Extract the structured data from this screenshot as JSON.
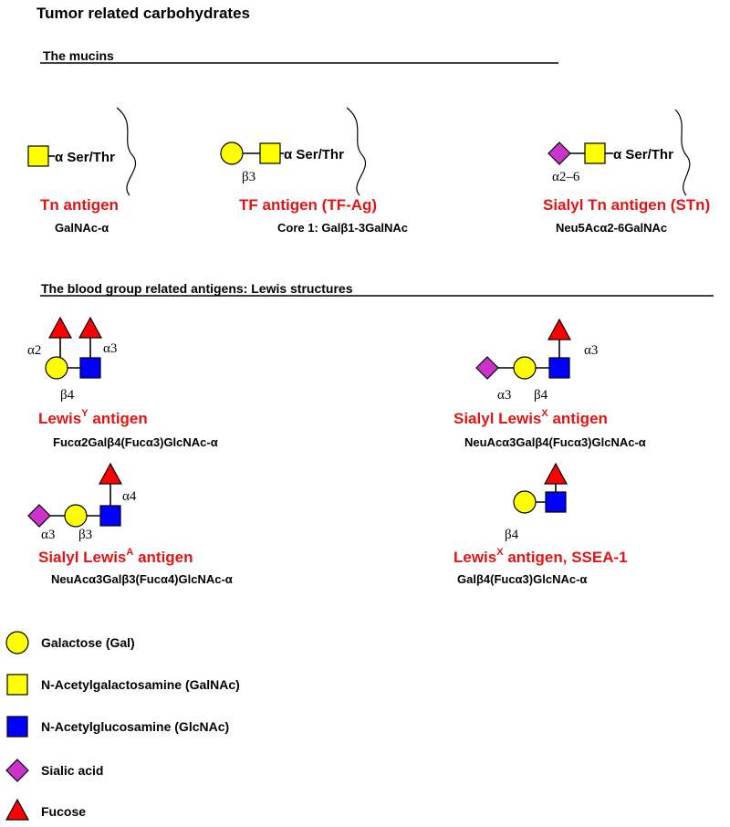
{
  "title": "Tumor related carbohydrates",
  "sections": {
    "mucins": "The mucins",
    "lewis": "The blood group related antigens: Lewis structures"
  },
  "mucins": {
    "tn": {
      "name": "Tn antigen",
      "formula": "GalNAc-α",
      "linker": "α Ser/Thr"
    },
    "tf": {
      "name": "TF antigen (TF-Ag)",
      "formula": "Core 1: Galβ1-3GalNAc",
      "linker": "α Ser/Thr",
      "bond": "β3"
    },
    "stn": {
      "name": "Sialyl Tn antigen (STn)",
      "formula": "Neu5Acα2-6GalNAc",
      "linker": "α Ser/Thr",
      "bond": "α2–6"
    }
  },
  "lewis": {
    "ley": {
      "name": "Lewis",
      "sup": "Y",
      "suffix": " antigen",
      "formula": "Fucα2Galβ4(Fucα3)GlcNAc-α",
      "bonds": [
        "α2",
        "α3",
        "β4"
      ]
    },
    "slex": {
      "name": "Sialyl Lewis",
      "sup": "X",
      "suffix": " antigen",
      "formula": "NeuAcα3Galβ4(Fucα3)GlcNAc-α",
      "bonds": [
        "α3",
        "α3",
        "β4"
      ]
    },
    "slea": {
      "name": "Sialyl Lewis",
      "sup": "A",
      "suffix": " antigen",
      "formula": "NeuAcα3Galβ3(Fucα4)GlcNAc-α",
      "bonds": [
        "α4",
        "α3",
        "β3"
      ]
    },
    "lex": {
      "name": "Lewis",
      "sup": "X",
      "suffix": " antigen, SSEA-1",
      "formula": "Galβ4(Fucα3)GlcNAc-α",
      "bonds": [
        "β4"
      ]
    }
  },
  "legend": [
    {
      "icon": "galactose-circle-icon",
      "label": "Galactose (Gal)"
    },
    {
      "icon": "galnac-square-icon",
      "label": "N-Acetylgalactosamine (GalNAc)"
    },
    {
      "icon": "glcnac-square-icon",
      "label": "N-Acetylglucosamine (GlcNAc)"
    },
    {
      "icon": "sialic-acid-diamond-icon",
      "label": "Sialic acid"
    },
    {
      "icon": "fucose-triangle-icon",
      "label": "Fucose"
    }
  ],
  "colors": {
    "galactose": "#ffff00",
    "galnac": "#ffff00",
    "glcnac": "#0000ff",
    "sialic_acid": "#cc33cc",
    "fucose": "#ff0000",
    "antigen_name": "#e31414"
  }
}
